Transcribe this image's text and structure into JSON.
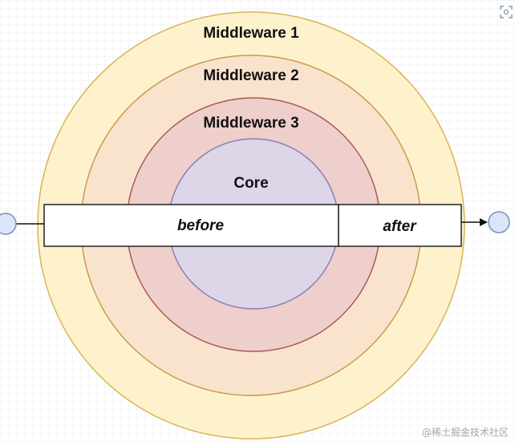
{
  "diagram": {
    "layers": [
      {
        "label": "Middleware 1",
        "fill": "#fdf2cc",
        "stroke": "#d6b656"
      },
      {
        "label": "Middleware 2",
        "fill": "#f9e3cc",
        "stroke": "#c99a4f"
      },
      {
        "label": "Middleware 3",
        "fill": "#efcfcb",
        "stroke": "#a85a56"
      },
      {
        "label": "Core",
        "fill": "#ddd6e8",
        "stroke": "#8a80b0"
      }
    ],
    "request_bar": {
      "before_label": "before",
      "after_label": "after"
    },
    "entry_node_color": "#dbe5f7",
    "exit_node_color": "#dbe5f7"
  },
  "watermark": "@稀土掘金技术社区",
  "icons": {
    "corner": "scan-icon",
    "entry": "circle-node-icon",
    "exit": "circle-node-icon",
    "arrow": "arrow-right-icon"
  }
}
